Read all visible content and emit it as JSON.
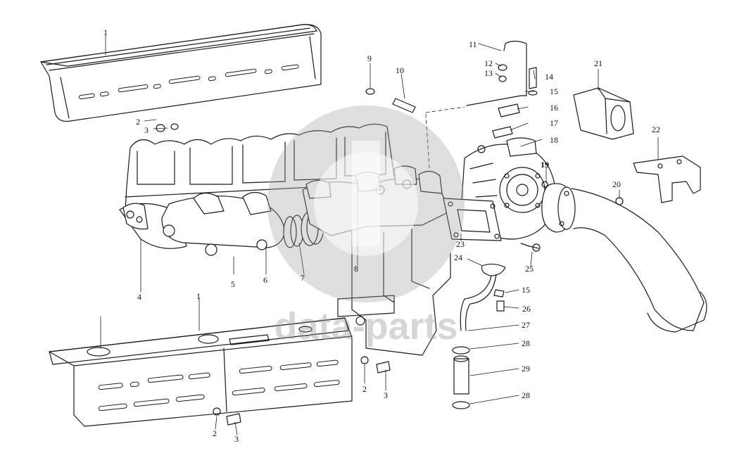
{
  "diagram": {
    "watermark_text": "data-parts",
    "labels": {
      "l1_top": "1",
      "l1_bottom": "1",
      "l2_upper": "2",
      "l3_upper": "3",
      "l2_mid": "2",
      "l3_mid": "3",
      "l2_low": "2",
      "l3_low": "3",
      "l4": "4",
      "l5": "5",
      "l6": "6",
      "l7": "7",
      "l8": "8",
      "l9": "9",
      "l10": "10",
      "l11": "11",
      "l12": "12",
      "l13": "13",
      "l14": "14",
      "l15_top": "15",
      "l15_low": "15",
      "l16": "16",
      "l17": "17",
      "l18": "18",
      "l19": "19",
      "l20": "20",
      "l21": "21",
      "l22": "22",
      "l23": "23",
      "l24": "24",
      "l25": "25",
      "l26": "26",
      "l27": "27",
      "l28_top": "28",
      "l28_low": "28",
      "l29": "29"
    }
  }
}
